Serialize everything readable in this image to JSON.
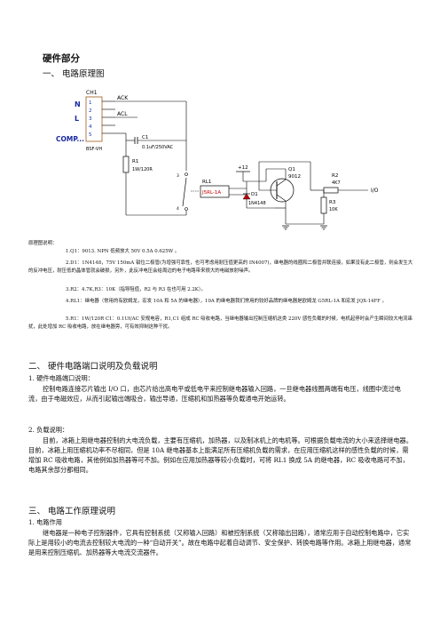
{
  "title": "硬件部分",
  "sec1_heading": "一、  电路原理图",
  "schematic": {
    "ch1": "CH1",
    "n_label": "N",
    "l_label": "L",
    "comp_label": "COMP...",
    "pins": [
      "1",
      "2",
      "3",
      "4",
      "5"
    ],
    "ack": "ACK",
    "acl": "ACL",
    "bsf": "BSF-VH",
    "c1_name": "C1",
    "c1_value": "0.1uF/250VAC",
    "r1_name": "R1",
    "r1_value": "1W/120R",
    "rl1": "RL1",
    "relay": "J5RL-1A",
    "plus12": "+12",
    "d1_name": "D1",
    "d1_value": "1N4148",
    "q1_name": "Q1",
    "q1_value": "9012",
    "r2_name": "R2",
    "r2_value": "4K7",
    "r3_name": "R3",
    "r3_value": "10K",
    "io": "I/O"
  },
  "desc_title": "原理图说明：",
  "desc": [
    "1.Q1：9013.        NPN  低频放大 50V 0.5A   0.625W  。",
    "2.D1：1N4148，75V  150mA 钳位二极管(为增强可靠性，也可考虑用耐压值更高的 IN4007)，继电器的线圈和二极管并联连接，如果没有此二极管，则会发生大的反冲电压，耐压低的晶体管就会破损，另外，此反冲电压会给周边的电子电路带来很大的电磁放射噪声。",
    "3.R2：4.7K,R3：10K（指导阻值，R2 与 R3 在也可用 2.2K）。",
    "4.RL1：继电器（常用的有欧姆龙，宏发 10A 和 5A 的继电器），10A 的继电器我们常用的较好品牌的继电器是欧姆龙 G5RL-1A 和宏发 JQX-14FF 。",
    "5.R1：1W/120R  C1：0.1Uf/AC 安规电容，R1,C1 组成 RC 吸收电路，当继电器输出控制压缩机这类 220V 感性负载的时候，电机起停时会产生瞬间较大电流串扰，此处增加 RC 吸收电路，放在继电器旁，可有效抑制这种干扰。"
  ],
  "sec2_heading": "二、  硬件电路端口说明及负载说明",
  "sec2_item1": "1. 硬件电路端口说明：",
  "sec2_item1_body": "控制电路连接芯片输出 I/O 口，由芯片给出高电平或低电平来控制继电器输入回路，一旦继电器线圈两端有电压，线圈中流过电流，由于电磁效应，从而引起输出端吸合，输出导通，压缩机和加热器等负载通电开始运转。",
  "sec2_item2": "2.  负载说明：",
  "sec2_item2_body": "目前，冰箱上用继电器控制的大电流负载，主要有压缩机，加热器，以及制冰机上的电机等。可根据负载电流的大小来选择继电器。目前，冰箱上用压缩机功率不尽相同，但是 10A 继电器基本上能满足所有压缩机负载的需求，在应用压缩机这样的感性负载的时候，需增加 RC 吸收电路，其他例如加热器等可不加。例如在应用加热器等较小负载时，可将 RL1 换成 5A 的继电器，RC 吸收电路可不加，电路其余部分都相同。",
  "sec3_heading": "三、  电路工作原理说明",
  "sec3_item1": "1. 电路作用",
  "sec3_item1_body": "继电器是一种电子控制器件，它具有控制系统（又称输入回路）和被控制系统（又称输出回路），通常应用于自动控制电路中，它实际上是用较小的电流去控制较大电流的一种“自动开关”。故在电路中起着自动调节、安全保护、转换电路等作用。冰箱上用继电器，通常是用来控制压缩机、加热器等大电流交流器件。"
}
